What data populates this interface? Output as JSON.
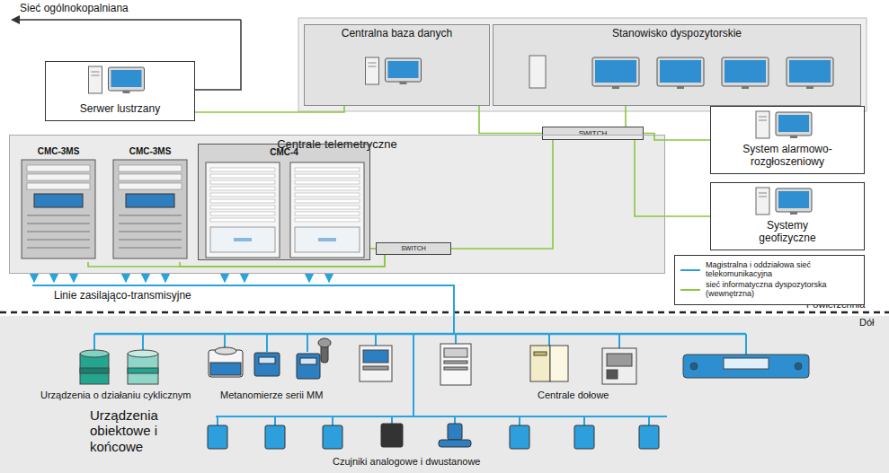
{
  "diagram": {
    "nodes": [
      {
        "text": [
          "Serwer lustrzany"
        ]
      },
      {
        "text": [
          "Centralna baza danych"
        ]
      },
      {
        "text": [
          "Stanowisko dyspozytorskie"
        ]
      },
      {
        "text": [
          "SWITCH"
        ]
      },
      {
        "text": [
          "System alarmowo-rozgłoszeniowy"
        ]
      },
      {
        "text": [
          "Centrale telemetryczne"
        ]
      },
      {
        "text": [
          "CMC-3MS"
        ],
        "in": 5
      },
      {
        "text": [
          "CMC-3MS"
        ],
        "in": 5
      },
      {
        "text": [
          "CMC-4"
        ],
        "in": 5
      },
      {
        "text": [
          "SWITCH"
        ],
        "in": 5
      },
      {
        "text": [
          "Systemy geofizyczne"
        ]
      }
    ],
    "edges": [
      {
        "from": 0,
        "to": 1,
        "arrow": "none"
      },
      {
        "from": 1,
        "to": 3,
        "arrow": "none"
      },
      {
        "from": 2,
        "to": 3,
        "arrow": "none"
      },
      {
        "from": 3,
        "to": 4,
        "arrow": "none"
      },
      {
        "from": 3,
        "to": 10,
        "arrow": "none"
      },
      {
        "from": 3,
        "to": 9,
        "arrow": "none"
      },
      {
        "from": 9,
        "to": 6,
        "arrow": "none"
      },
      {
        "from": 9,
        "to": 7,
        "arrow": "none"
      },
      {
        "from": 9,
        "to": 8,
        "arrow": "none"
      }
    ],
    "labels": [
      "Sieć ogólnokopalniana",
      "Linie zasilająco-transmisyjne",
      "Powierzchnia",
      "Dół",
      "Urządzenia o działaniu cyklicznym",
      "Metanomierze serii MM",
      "Centrale dołowe",
      "Urządzenia obiektowe i końcowe",
      "Czujniki analogowe i dwustanowe"
    ],
    "legend": [
      {
        "text": "Magistralna i oddziałowa sieć telekomunikacyjna"
      },
      {
        "text": "sieć informatyczna dyspozytorska (wewnętrzna)"
      }
    ]
  }
}
